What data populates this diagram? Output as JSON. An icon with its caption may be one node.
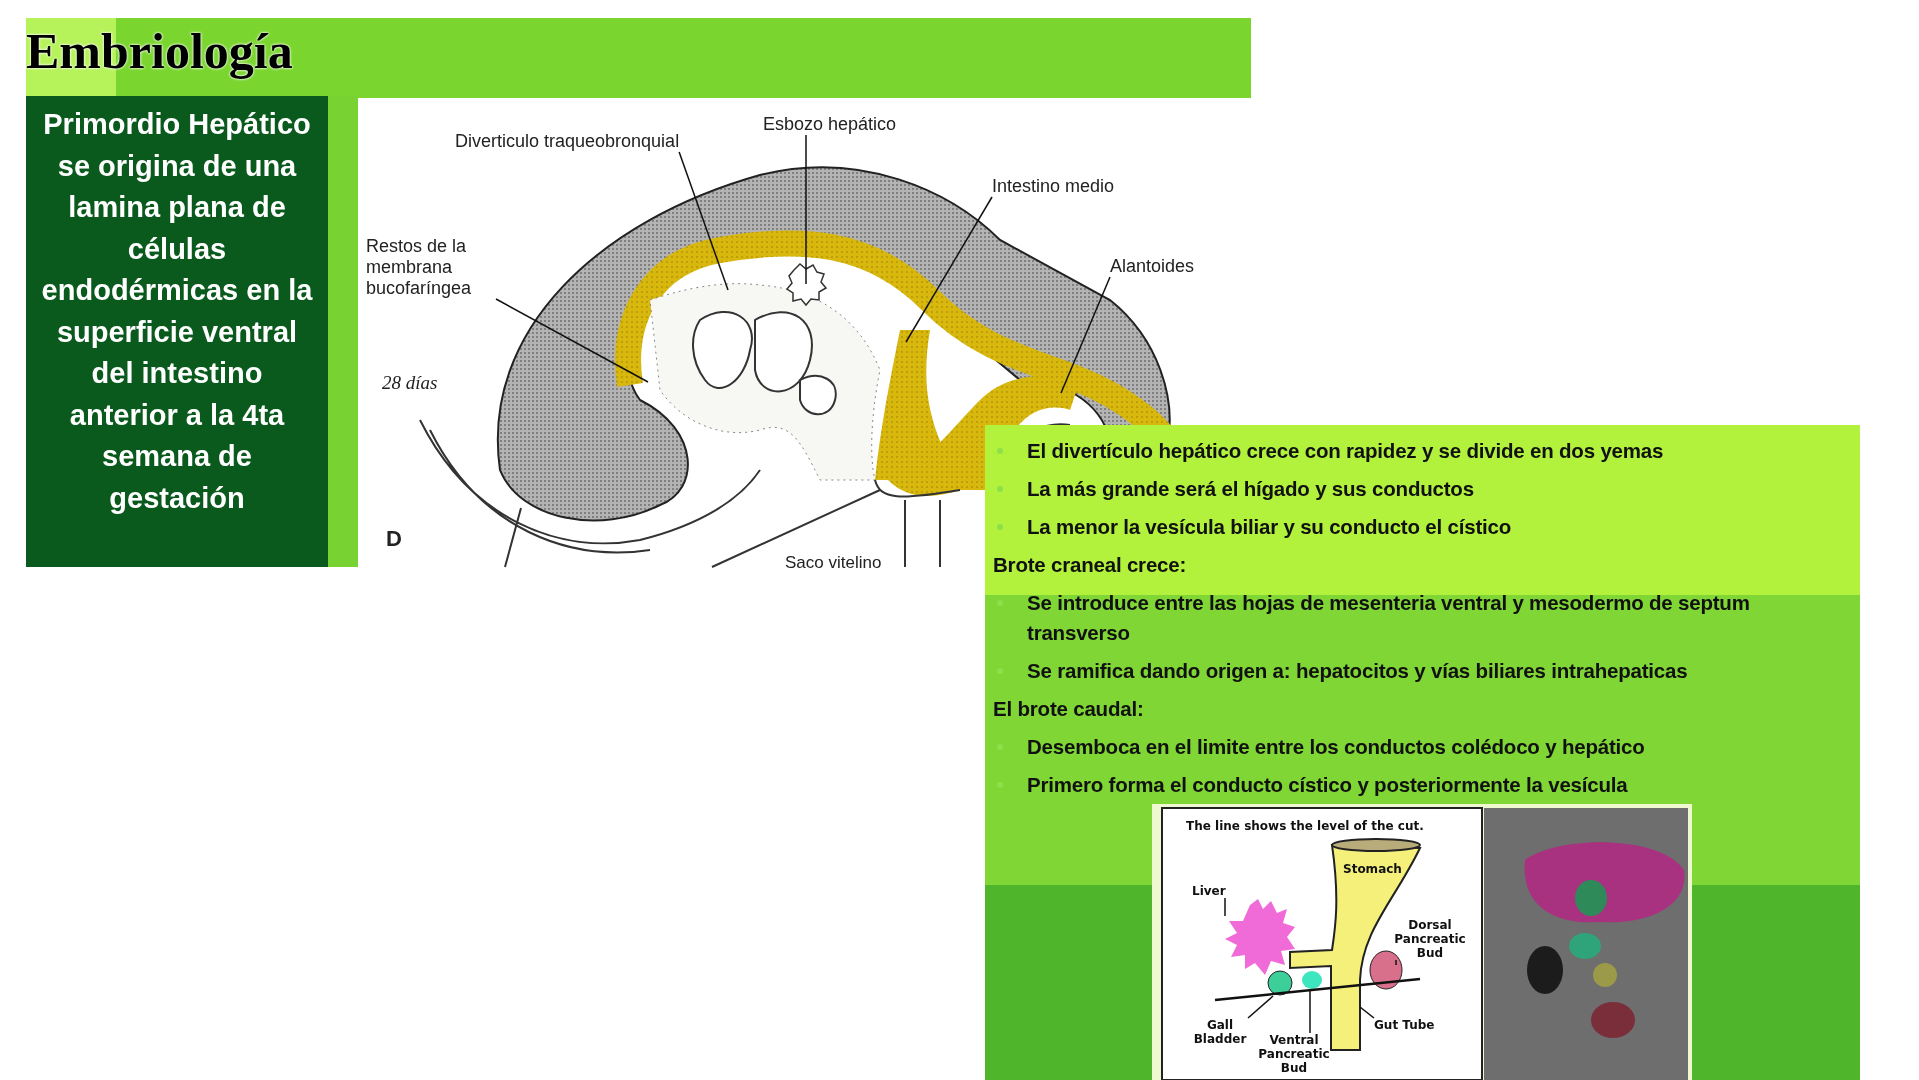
{
  "diagram": {
    "title": "Embriología",
    "nodes": [
      {
        "text": [
          "Primordio Hepático se origina de una lamina plana de células endodérmicas en la superficie ventral del intestino anterior a la 4ta semana de gestación"
        ]
      },
      {
        "text": [
          "El divertículo hepático crece con rapidez y se divide en dos yemas",
          "La más grande será el hígado y sus conductos",
          "La menor  la vesícula biliar y su conducto  el cístico",
          "Brote craneal crece:",
          "Se introduce entre las hojas de mesenteria ventral y mesodermo de septum transverso",
          "Se ramifica dando origen a: hepatocitos y vías biliares intrahepaticas",
          "El brote caudal:",
          "Desemboca en el limite entre los conductos colédoco y hepático",
          "Primero forma  el conducto cístico y posteriormente la vesícula"
        ]
      },
      {
        "text": [
          "Diverticulo traqueobronquial"
        ]
      },
      {
        "text": [
          "Esbozo hepático"
        ]
      },
      {
        "text": [
          "Intestino medio"
        ]
      },
      {
        "text": [
          "Restos de la membrana bucofaríngea"
        ]
      },
      {
        "text": [
          "Alantoides"
        ]
      },
      {
        "text": [
          "Liver"
        ]
      },
      {
        "text": [
          "Dorsal Pancreatic Bud"
        ]
      },
      {
        "text": [
          "Gall Bladder"
        ]
      },
      {
        "text": [
          "Ventral Pancreatic Bud"
        ]
      },
      {
        "text": [
          "Gut Tube"
        ]
      }
    ],
    "edges": [
      {
        "from": 2,
        "to": null,
        "arrow": "none"
      },
      {
        "from": 3,
        "to": null,
        "arrow": "none"
      },
      {
        "from": 4,
        "to": null,
        "arrow": "none"
      },
      {
        "from": 5,
        "to": null,
        "arrow": "none"
      },
      {
        "from": 6,
        "to": null,
        "arrow": "none"
      },
      {
        "from": 7,
        "to": null,
        "arrow": "none"
      },
      {
        "from": 8,
        "to": null,
        "arrow": "none"
      },
      {
        "from": 9,
        "to": null,
        "arrow": "none"
      },
      {
        "from": 10,
        "to": null,
        "arrow": "none"
      },
      {
        "from": 11,
        "to": null,
        "arrow": "none"
      }
    ],
    "labels": [
      "28 días",
      "D",
      "Saco vitelino",
      "The line shows the level of the cut.",
      "Stomach"
    ]
  }
}
